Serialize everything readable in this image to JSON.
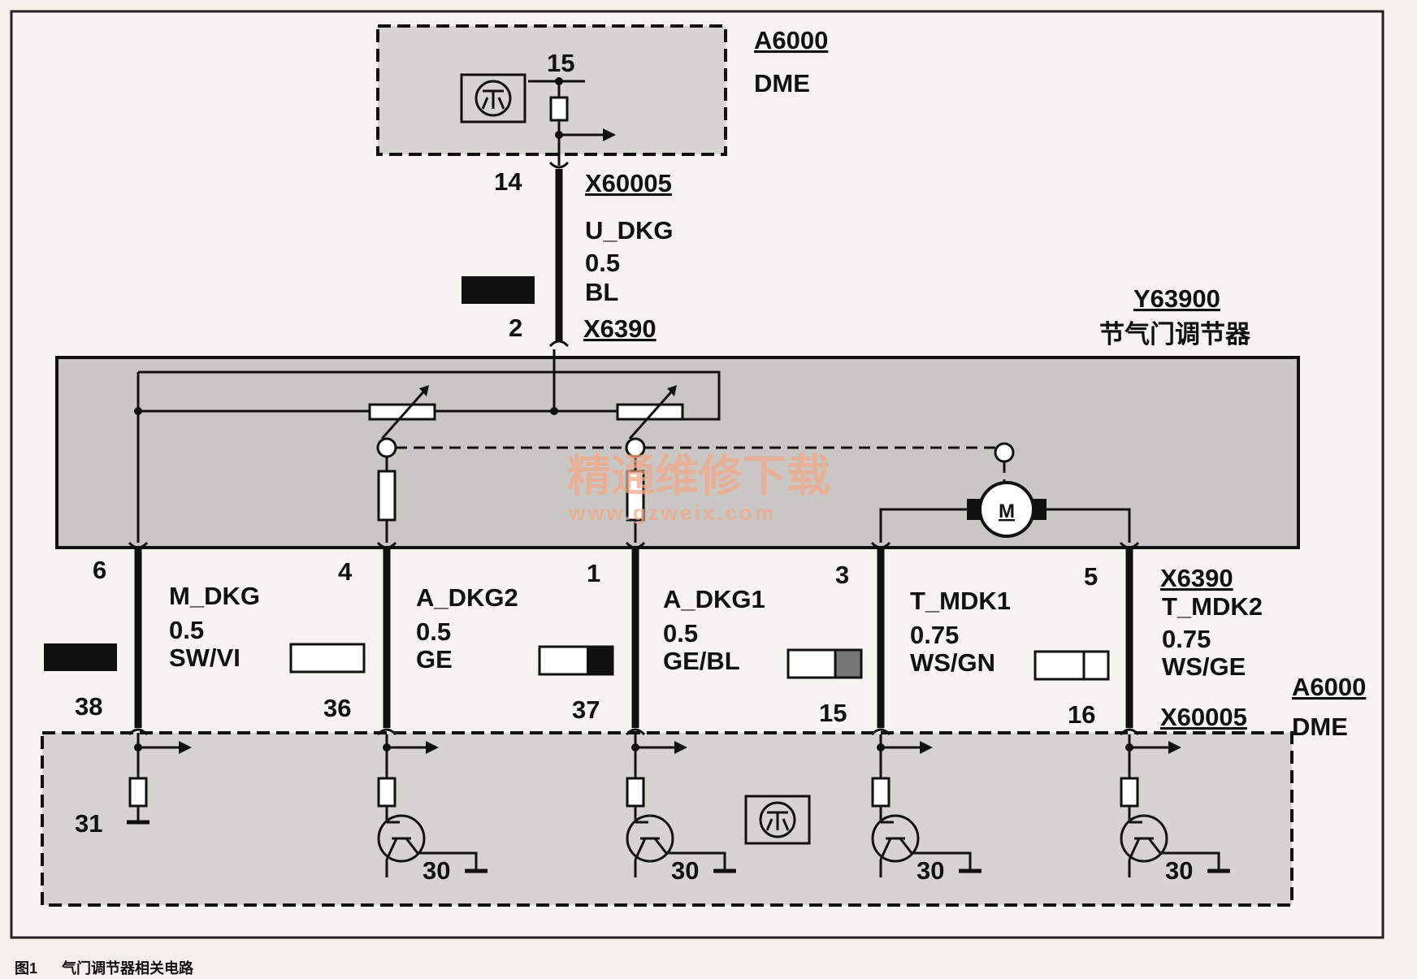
{
  "modules": {
    "dme_top": {
      "id": "A6000",
      "name": "DME",
      "pin": "15"
    },
    "throttle": {
      "id": "Y63900",
      "name": "节气门调节器"
    },
    "dme_bottom": {
      "id": "A6000",
      "name": "DME",
      "connector": "X60005"
    }
  },
  "top_wire": {
    "pin_dme": "14",
    "connector_dme": "X60005",
    "signal": "U_DKG",
    "gauge": "0.5",
    "color": "BL",
    "pin_throttle": "2",
    "connector_throttle": "X6390"
  },
  "wires": [
    {
      "top_pin": "6",
      "signal": "M_DKG",
      "gauge": "0.5",
      "color": "SW/VI",
      "bottom_pin": "38"
    },
    {
      "top_pin": "4",
      "signal": "A_DKG2",
      "gauge": "0.5",
      "color": "GE",
      "bottom_pin": "36"
    },
    {
      "top_pin": "1",
      "signal": "A_DKG1",
      "gauge": "0.5",
      "color": "GE/BL",
      "bottom_pin": "37"
    },
    {
      "top_pin": "3",
      "signal": "T_MDK1",
      "gauge": "0.75",
      "color": "WS/GN",
      "bottom_pin": "15"
    },
    {
      "top_pin": "5",
      "signal": "T_MDK2",
      "gauge": "0.75",
      "color": "WS/GE",
      "bottom_pin": "16"
    }
  ],
  "connector_throttle_bottom": "X6390",
  "ground_label": "31",
  "supply_labels": [
    "30",
    "30",
    "30",
    "30"
  ],
  "motor_label": "M",
  "watermark": {
    "line1": "精通维修下载",
    "line2": "www.gzweix.com"
  },
  "caption": {
    "figure": "图1",
    "text": "气门调节器相关电路"
  }
}
